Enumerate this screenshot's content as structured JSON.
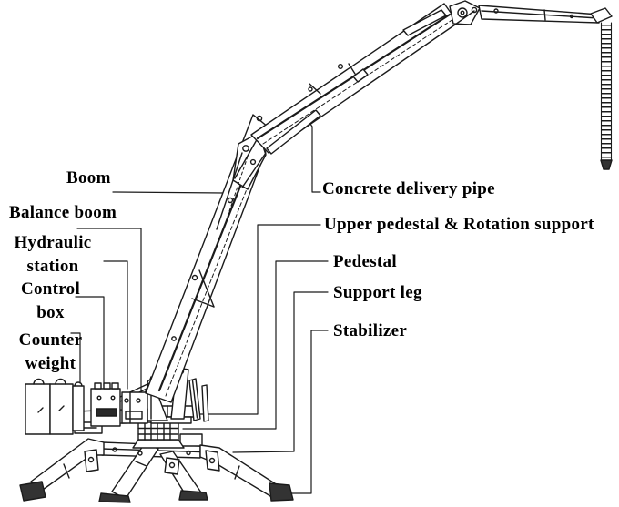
{
  "title": "Concrete placing boom part diagram",
  "colors": {
    "ink": "#1b1b1b",
    "background": "#ffffff"
  },
  "labels": {
    "boom": "Boom",
    "balance_boom": "Balance boom",
    "hydraulic_station": "Hydraulic\nstation",
    "control_box": "Control\nbox",
    "counter_weight": "Counter\nweight",
    "concrete_delivery_pipe": "Concrete  delivery pipe",
    "upper_pedestal": "Upper pedestal & Rotation support",
    "pedestal": "Pedestal",
    "support_leg": "Support leg",
    "stabilizer": "Stabilizer"
  }
}
